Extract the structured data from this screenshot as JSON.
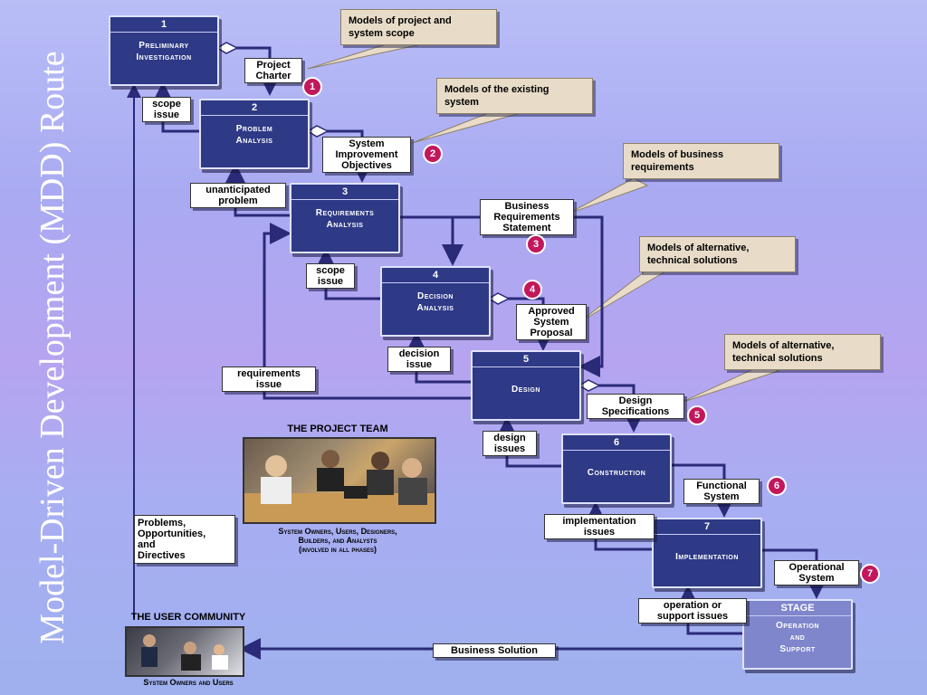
{
  "side_title": "Model-Driven Development (MDD) Route",
  "phases": [
    {
      "num": "1",
      "name": "Preliminary\nInvestigation"
    },
    {
      "num": "2",
      "name": "Problem\nAnalysis"
    },
    {
      "num": "3",
      "name": "Requirements\nAnalysis"
    },
    {
      "num": "4",
      "name": "Decision\nAnalysis"
    },
    {
      "num": "5",
      "name": "Design"
    },
    {
      "num": "6",
      "name": "Construction"
    },
    {
      "num": "7",
      "name": "Implementation"
    },
    {
      "num": "STAGE",
      "name": "Operation\nand\nSupport"
    }
  ],
  "deliverables": {
    "project_charter": "Project\nCharter",
    "system_improvement": "System\nImprovement\nObjectives",
    "business_requirements": "Business\nRequirements\nStatement",
    "approved_proposal": "Approved\nSystem\nProposal",
    "design_specs": "Design\nSpecifications",
    "functional_system": "Functional\nSystem",
    "operational_system": "Operational\nSystem",
    "business_solution": "Business Solution"
  },
  "feedback": {
    "scope_issue_1": "scope\nissue",
    "unanticipated": "unanticipated\nproblem",
    "scope_issue_2": "scope\nissue",
    "decision_issue": "decision\nissue",
    "requirements_issue": "requirements\nissue",
    "design_issues": "design\nissues",
    "implementation_issues": "implementation\nissues",
    "operation_issues": "operation or\nsupport issues",
    "problems": "Problems,\nOpportunities,\nand\nDirectives"
  },
  "callouts": [
    "Models of project and\nsystem scope",
    "Models of the existing\nsystem",
    "Models of business\nrequirements",
    "Models of alternative,\ntechnical solutions",
    "Models of alternative,\ntechnical solutions"
  ],
  "badges": [
    "1",
    "2",
    "3",
    "4",
    "5",
    "6",
    "7"
  ],
  "team": {
    "heading": "THE PROJECT TEAM",
    "caption": "System Owners, Users, Designers,\nBuilders, and Analysts\n(involved in all phases)"
  },
  "community": {
    "heading": "THE USER COMMUNITY",
    "caption": "System Owners and Users"
  },
  "colors": {
    "phase": "#2e3a86",
    "stage": "#7f86cc",
    "wire": "#2a2a78",
    "badge": "#c2185b",
    "callout": "#e8dcc8"
  }
}
